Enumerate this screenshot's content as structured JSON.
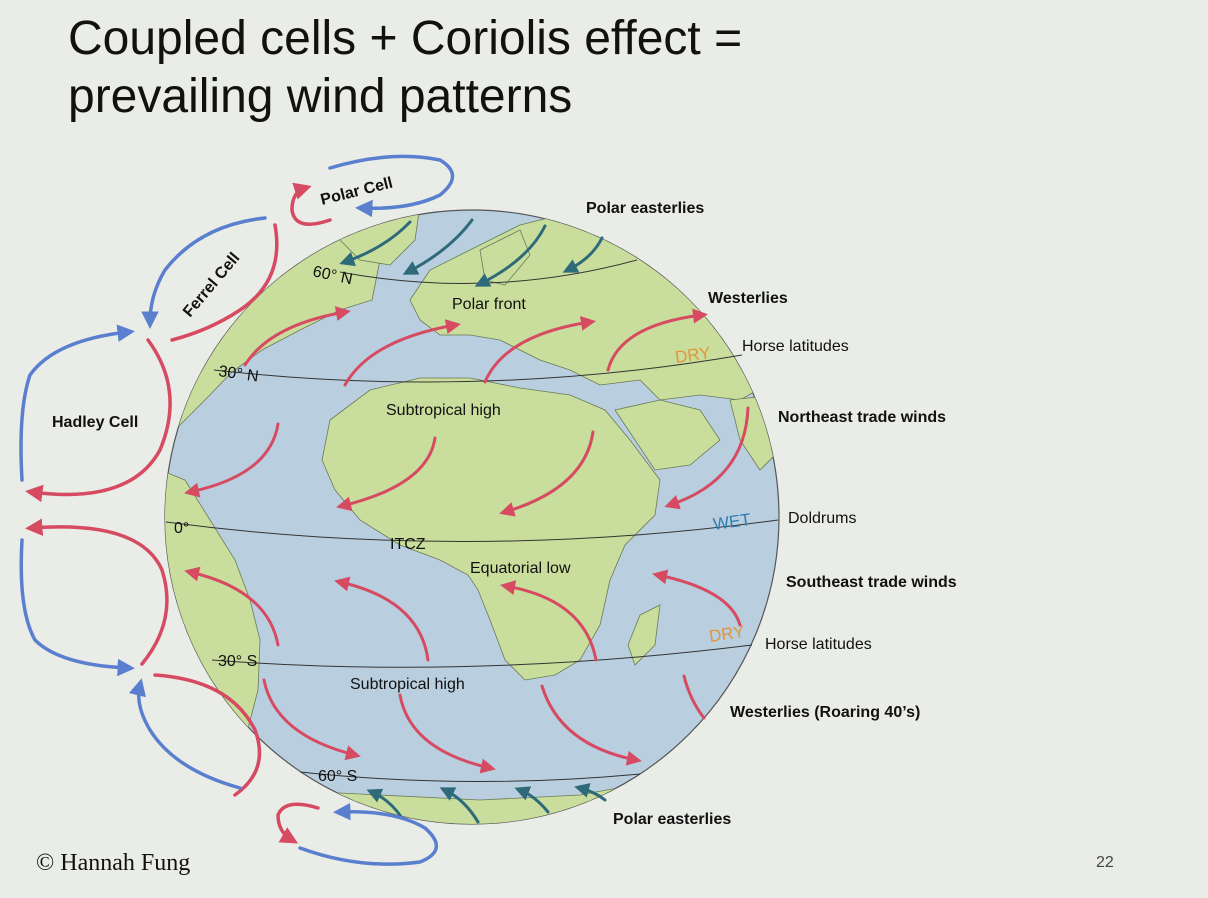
{
  "slide": {
    "title_line1": "Coupled cells + Coriolis effect =",
    "title_line2": "prevailing wind patterns",
    "copyright": "© Hannah Fung",
    "page_number": "22"
  },
  "cells": {
    "polar": "Polar Cell",
    "ferrel": "Ferrel Cell",
    "hadley": "Hadley Cell"
  },
  "latitudes": {
    "n60": "60° N",
    "n30": "30° N",
    "eq": "0°",
    "s30": "30° S",
    "s60": "60° S"
  },
  "globe_labels": {
    "polar_front": "Polar front",
    "subtropical_high_n": "Subtropical high",
    "itcz": "ITCZ",
    "equatorial_low": "Equatorial low",
    "subtropical_high_s": "Subtropical high",
    "dry_n": "DRY",
    "wet": "WET",
    "dry_s": "DRY"
  },
  "right_labels": {
    "polar_easterlies_n": "Polar easterlies",
    "westerlies": "Westerlies",
    "horse_latitudes_n": "Horse latitudes",
    "ne_trade_winds": "Northeast trade winds",
    "doldrums": "Doldrums",
    "se_trade_winds": "Southeast trade winds",
    "horse_latitudes_s": "Horse latitudes",
    "westerlies_s": "Westerlies (Roaring 40’s)",
    "polar_easterlies_s": "Polar easterlies"
  },
  "colors": {
    "ocean": "#b9cfe0",
    "land": "#c9de9c",
    "warm_arrow": "#d64a62",
    "cool_arrow": "#5b7fcf",
    "polar_arrow": "#2e6a7a",
    "dry": "#e3963a",
    "wet": "#2f7fae"
  }
}
